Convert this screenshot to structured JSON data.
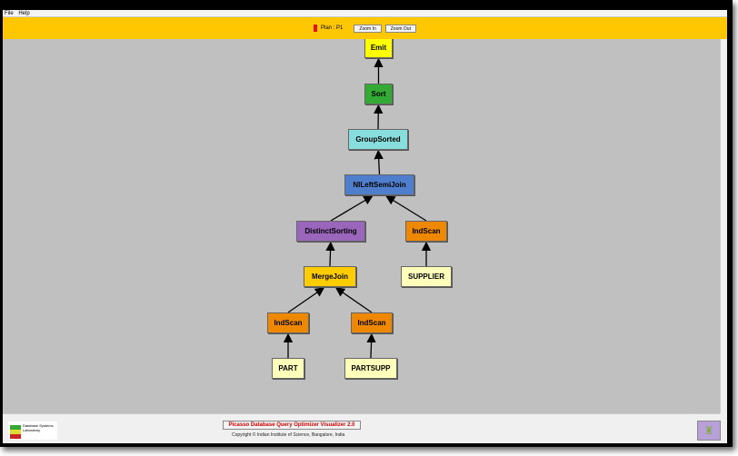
{
  "menu": [
    "File",
    "Help"
  ],
  "toolbar": {
    "plan_label": "Plan : P1",
    "zoom_in": "Zoom In",
    "zoom_out": "Zoom Out",
    "plan_color": "#e81010"
  },
  "nodes": [
    {
      "id": "emit",
      "label": "Emit",
      "color": "#ffff00"
    },
    {
      "id": "sort",
      "label": "Sort",
      "color": "#33aa33"
    },
    {
      "id": "groupsorted",
      "label": "GroupSorted",
      "color": "#88dddd"
    },
    {
      "id": "nlleftsemijoin",
      "label": "NlLeftSemiJoin",
      "color": "#4f7fcc"
    },
    {
      "id": "distinctsorting",
      "label": "DistinctSorting",
      "color": "#9966bb"
    },
    {
      "id": "indscan1",
      "label": "IndScan",
      "color": "#ee8800"
    },
    {
      "id": "mergejoin",
      "label": "MergeJoin",
      "color": "#ffcc00"
    },
    {
      "id": "supplier",
      "label": "SUPPLIER",
      "color": "#ffffbb"
    },
    {
      "id": "indscan2",
      "label": "IndScan",
      "color": "#ee8800"
    },
    {
      "id": "indscan3",
      "label": "IndScan",
      "color": "#ee8800"
    },
    {
      "id": "part",
      "label": "PART",
      "color": "#ffffbb"
    },
    {
      "id": "partsupp",
      "label": "PARTSUPP",
      "color": "#ffffbb"
    }
  ],
  "edges": [
    [
      "sort",
      "emit"
    ],
    [
      "groupsorted",
      "sort"
    ],
    [
      "nlleftsemijoin",
      "groupsorted"
    ],
    [
      "distinctsorting",
      "nlleftsemijoin"
    ],
    [
      "indscan1",
      "nlleftsemijoin"
    ],
    [
      "mergejoin",
      "distinctsorting"
    ],
    [
      "supplier",
      "indscan1"
    ],
    [
      "indscan2",
      "mergejoin"
    ],
    [
      "indscan3",
      "mergejoin"
    ],
    [
      "part",
      "indscan2"
    ],
    [
      "partsupp",
      "indscan3"
    ]
  ],
  "footer": {
    "logo_text": "Database Systems Laboratory",
    "title": "Picasso Database Query Optimizer Visualizer 2.0",
    "copyright": "Copyright © Indian Institute of Science, Bangalore, India"
  }
}
